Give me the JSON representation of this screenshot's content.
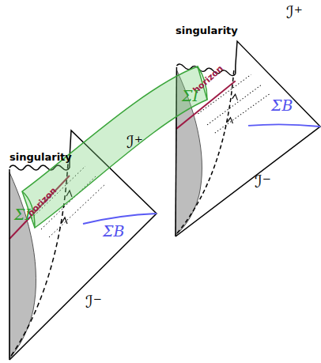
{
  "diagram": {
    "labels": [
      "singularity",
      "horizon",
      "ℐ⁺",
      "ΣI",
      "ΣB",
      "ℐ⁻",
      "singularity",
      "horizon",
      "ℐ⁺",
      "ΣI",
      "ΣB",
      "ℐ⁻"
    ]
  }
}
